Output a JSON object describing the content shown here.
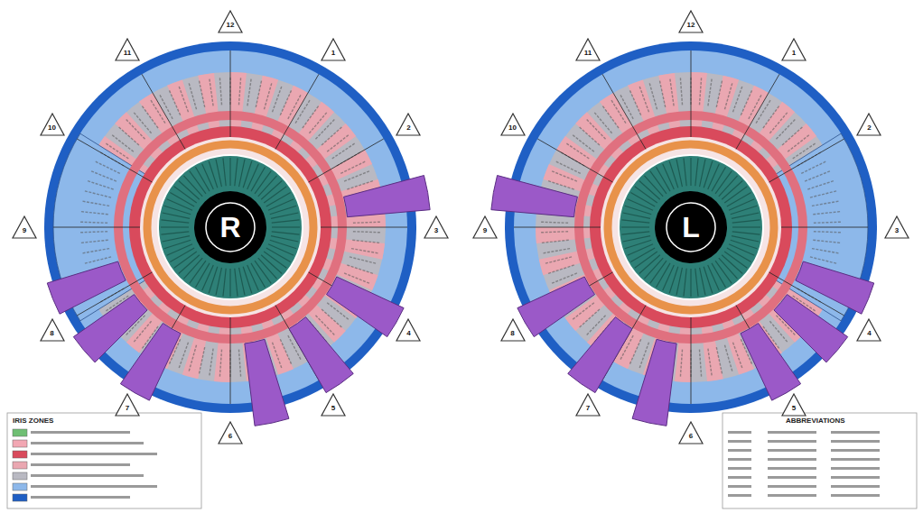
{
  "diagram": {
    "nodes": [
      {
        "text": [
          "12"
        ]
      },
      {
        "text": [
          "1"
        ]
      },
      {
        "text": [
          "2"
        ]
      },
      {
        "text": [
          "3"
        ]
      },
      {
        "text": [
          "4"
        ]
      },
      {
        "text": [
          "5"
        ]
      },
      {
        "text": [
          "6"
        ]
      },
      {
        "text": [
          "7"
        ]
      },
      {
        "text": [
          "8"
        ]
      },
      {
        "text": [
          "9"
        ]
      },
      {
        "text": [
          "10"
        ]
      },
      {
        "text": [
          "11"
        ]
      },
      {
        "text": [
          "R"
        ]
      },
      {
        "text": [
          "12"
        ]
      },
      {
        "text": [
          "1"
        ]
      },
      {
        "text": [
          "2"
        ]
      },
      {
        "text": [
          "3"
        ]
      },
      {
        "text": [
          "4"
        ]
      },
      {
        "text": [
          "5"
        ]
      },
      {
        "text": [
          "6"
        ]
      },
      {
        "text": [
          "7"
        ]
      },
      {
        "text": [
          "8"
        ]
      },
      {
        "text": [
          "9"
        ]
      },
      {
        "text": [
          "10"
        ]
      },
      {
        "text": [
          "11"
        ]
      },
      {
        "text": [
          "L"
        ]
      }
    ],
    "labels": [
      "IRIS ZONES",
      "ABBREVIATIONS"
    ]
  }
}
